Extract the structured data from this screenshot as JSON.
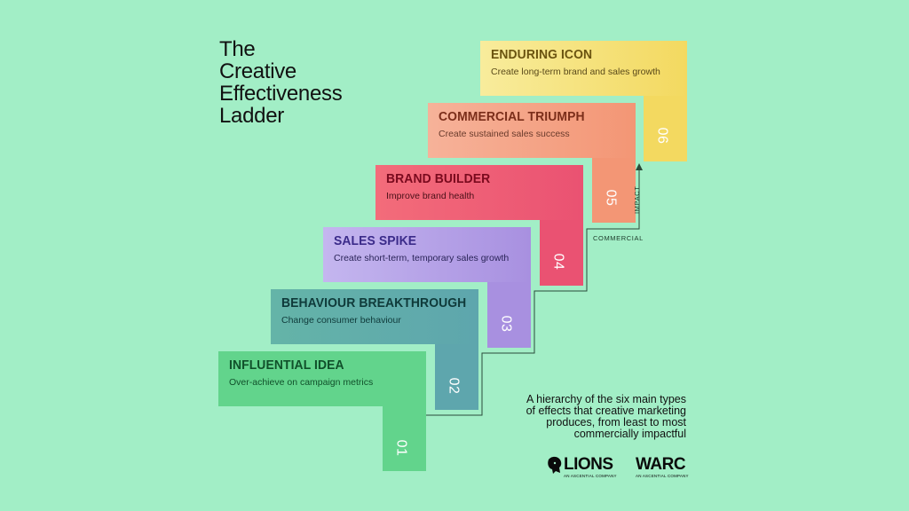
{
  "title": {
    "lines": [
      "The",
      "Creative",
      "Effectiveness",
      "Ladder"
    ]
  },
  "steps": [
    {
      "number": "01",
      "name": "Influential Idea",
      "description": "Over-achieve on campaign metrics",
      "color": "#62d48c"
    },
    {
      "number": "02",
      "name": "Behaviour Breakthrough",
      "description": "Change consumer behaviour",
      "color": "#5ea6ad"
    },
    {
      "number": "03",
      "name": "Sales Spike",
      "description": "Create short-term, temporary sales growth",
      "color": "#a890e0"
    },
    {
      "number": "04",
      "name": "Brand Builder",
      "description": "Improve brand health",
      "color": "#ea5272"
    },
    {
      "number": "05",
      "name": "Commercial Triumph",
      "description": "Create sustained sales success",
      "color": "#f39675"
    },
    {
      "number": "06",
      "name": "Enduring Icon",
      "description": "Create long-term brand and sales growth",
      "color": "#f3d960"
    }
  ],
  "axis": {
    "x_label": "COMMERCIAL",
    "y_label": "IMPACT"
  },
  "caption": "A hierarchy of the six main types of effects that creative marketing produces, from least to most commercially impactful",
  "logos": {
    "lions": {
      "name": "LIONS",
      "tagline": "AN ASCENTIAL COMPANY"
    },
    "warc": {
      "name": "WARC",
      "tagline": "AN ASCENTIAL COMPANY"
    }
  },
  "colors": {
    "background": "#a2eec6"
  }
}
